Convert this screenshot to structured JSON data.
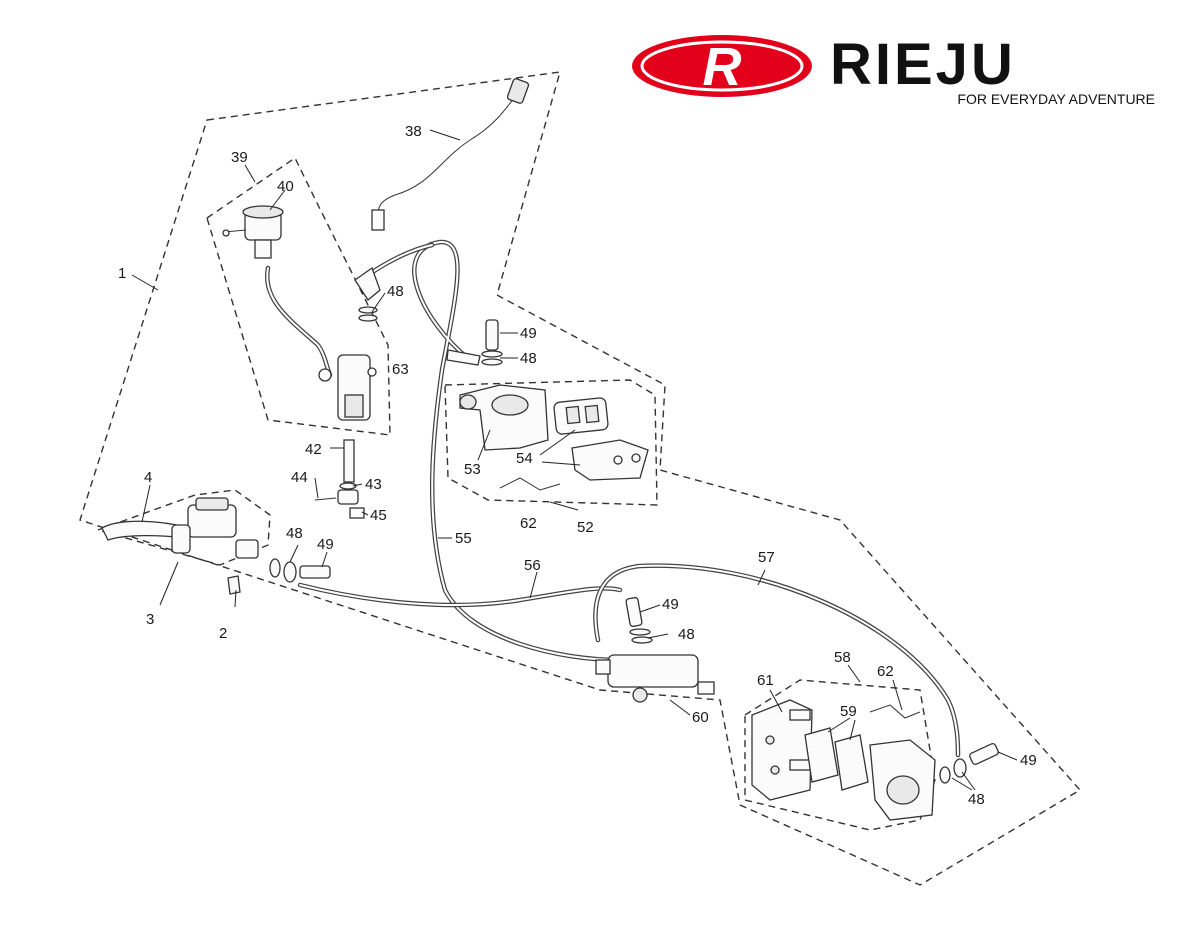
{
  "brand": {
    "logo_letter": "R",
    "name": "RIEJU",
    "tagline": "FOR EVERYDAY ADVENTURE",
    "color": "#e3001b"
  },
  "callouts": {
    "c1": "1",
    "c2": "2",
    "c3": "3",
    "c4": "4",
    "c38": "38",
    "c39": "39",
    "c40": "40",
    "c42": "42",
    "c43": "43",
    "c44": "44",
    "c45": "45",
    "c48_a": "48",
    "c48_b": "48",
    "c48_c": "48",
    "c48_d": "48",
    "c48_e": "48",
    "c49_a": "49",
    "c49_b": "49",
    "c49_c": "49",
    "c49_d": "49",
    "c52": "52",
    "c53": "53",
    "c54": "54",
    "c55": "55",
    "c56": "56",
    "c57": "57",
    "c58": "58",
    "c59": "59",
    "c60": "60",
    "c61": "61",
    "c62_a": "62",
    "c62_b": "62",
    "c63": "63"
  }
}
